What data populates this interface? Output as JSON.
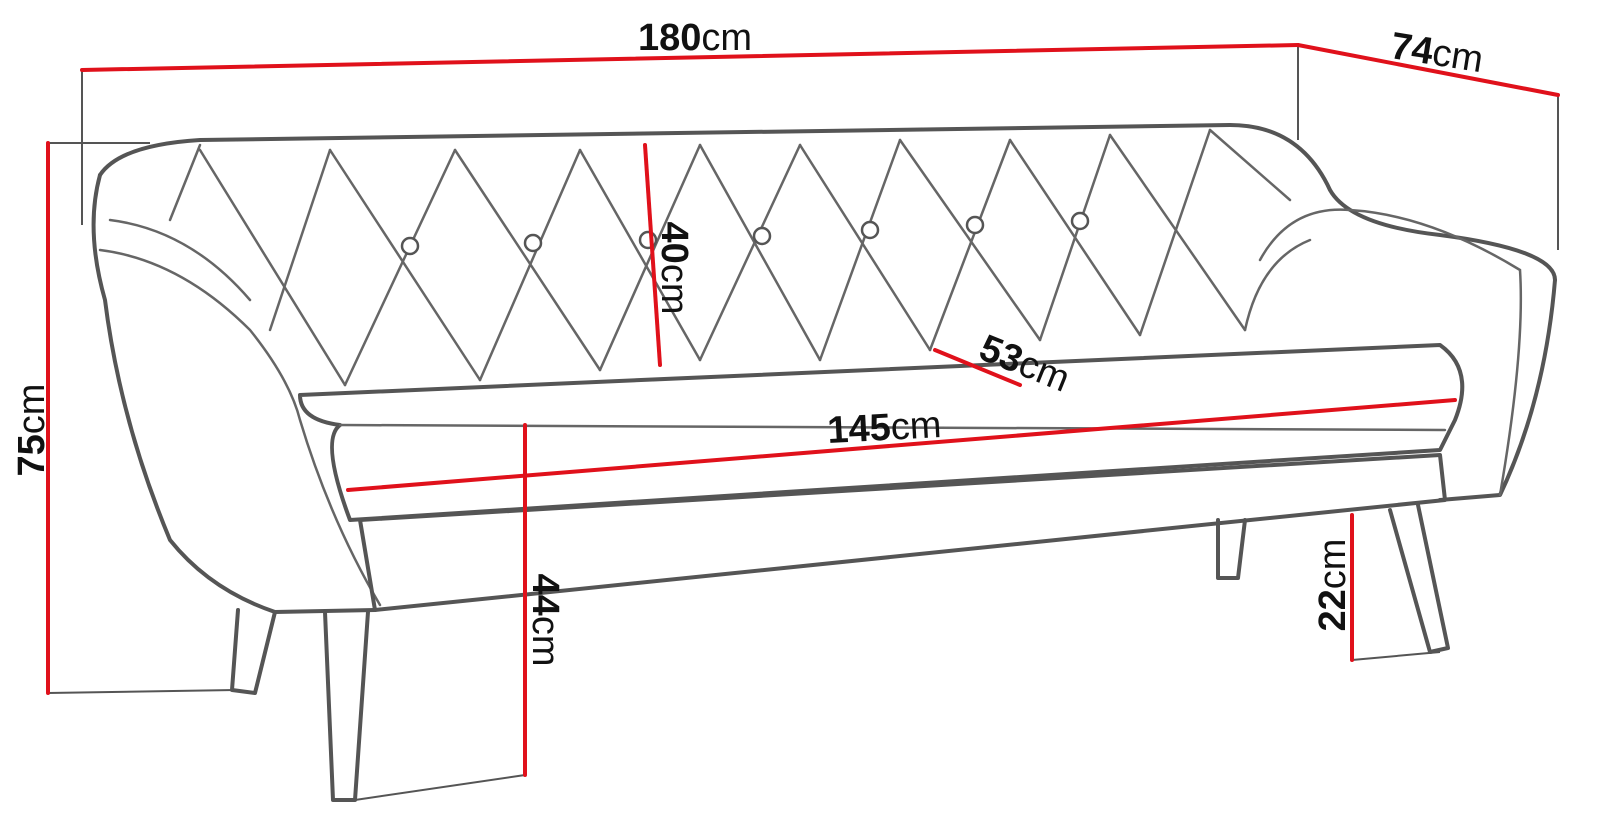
{
  "title": "Sofa dimensions",
  "colors": {
    "dimension_line": "#e0111b",
    "outline": "#555555"
  },
  "dimensions": {
    "width": {
      "value": "180",
      "unit": "cm"
    },
    "depth": {
      "value": "74",
      "unit": "cm"
    },
    "height": {
      "value": "75",
      "unit": "cm"
    },
    "back_height": {
      "value": "40",
      "unit": "cm"
    },
    "seat_depth": {
      "value": "53",
      "unit": "cm"
    },
    "seat_width": {
      "value": "145",
      "unit": "cm"
    },
    "seat_height": {
      "value": "44",
      "unit": "cm"
    },
    "leg_height": {
      "value": "22",
      "unit": "cm"
    }
  }
}
